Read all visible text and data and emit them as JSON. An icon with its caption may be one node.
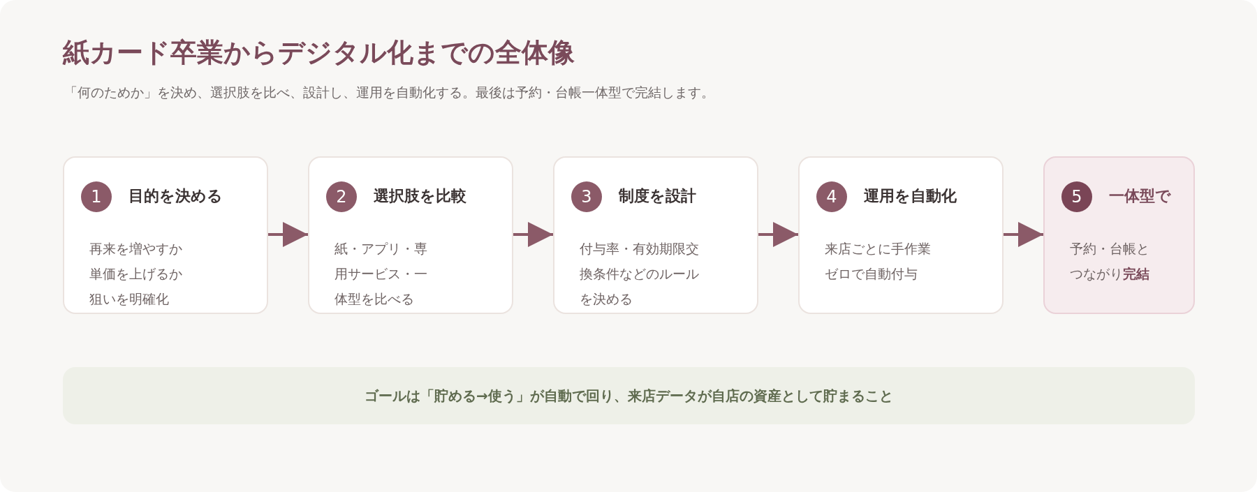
{
  "diagram": {
    "title": "紙カード卒業からデジタル化までの全体像",
    "caption": "「何のためか」を決め、選択肢を比べ、設計し、運用を自動化する。最後は予約・台帳一体型で完結します。",
    "nodes": [
      {
        "text": [
          "目的を決める",
          "再来を増やすか単価を上げるか狙いを明確化"
        ]
      },
      {
        "text": [
          "1"
        ],
        "in": 0
      },
      {
        "text": [
          "選択肢を比較",
          "紙・アプリ・専用サービス・一体型を比べる"
        ]
      },
      {
        "text": [
          "2"
        ],
        "in": 2
      },
      {
        "text": [
          "制度を設計",
          "付与率・有効期限交換条件などのルールを決める"
        ]
      },
      {
        "text": [
          "3"
        ],
        "in": 4
      },
      {
        "text": [
          "運用を自動化",
          "来店ごとに手作業ゼロで自動付与"
        ]
      },
      {
        "text": [
          "4"
        ],
        "in": 6
      },
      {
        "text": [
          "一体型で",
          "予約・台帳とつながり**完結**"
        ]
      },
      {
        "text": [
          "5"
        ],
        "in": 8
      },
      {
        "text": [
          "ゴールは「貯める→使う」が自動で回り、来店データが自店の資産として貯まること"
        ]
      }
    ],
    "edges": [
      {
        "from": 0,
        "to": 2,
        "arrow": "to"
      },
      {
        "from": 2,
        "to": 4,
        "arrow": "to"
      },
      {
        "from": 4,
        "to": 6,
        "arrow": "to"
      },
      {
        "from": 6,
        "to": 8,
        "arrow": "to"
      }
    ]
  }
}
